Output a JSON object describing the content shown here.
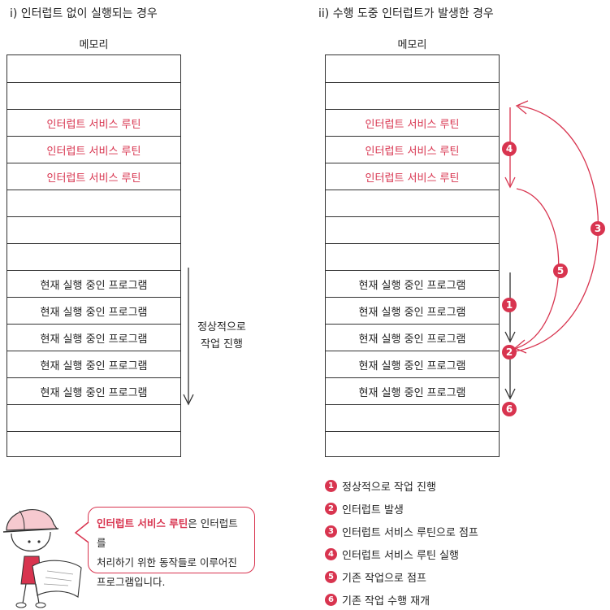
{
  "left_panel": {
    "title": "i) 인터럽트 없이 실행되는 경우",
    "memory_label": "메모리",
    "cells": [
      "",
      "",
      "인터럽트 서비스 루틴",
      "인터럽트 서비스 루틴",
      "인터럽트 서비스 루틴",
      "",
      "",
      "",
      "현재 실행 중인 프로그램",
      "현재 실행 중인 프로그램",
      "현재 실행 중인 프로그램",
      "현재 실행 중인 프로그램",
      "현재 실행 중인 프로그램",
      "",
      ""
    ],
    "side_note_line1": "정상적으로",
    "side_note_line2": "작업 진행"
  },
  "right_panel": {
    "title": "ii) 수행 도중 인터럽트가 발생한 경우",
    "memory_label": "메모리",
    "cells": [
      "",
      "",
      "인터럽트 서비스 루틴",
      "인터럽트 서비스 루틴",
      "인터럽트 서비스 루틴",
      "",
      "",
      "",
      "현재 실행 중인 프로그램",
      "현재 실행 중인 프로그램",
      "현재 실행 중인 프로그램",
      "현재 실행 중인 프로그램",
      "현재 실행 중인 프로그램",
      "",
      ""
    ],
    "badges": [
      "1",
      "2",
      "3",
      "4",
      "5",
      "6"
    ]
  },
  "legend": [
    {
      "num": "1",
      "text": "정상적으로 작업 진행"
    },
    {
      "num": "2",
      "text": "인터럽트 발생"
    },
    {
      "num": "3",
      "text": "인터럽트 서비스 루틴으로 점프"
    },
    {
      "num": "4",
      "text": "인터럽트 서비스 루틴 실행"
    },
    {
      "num": "5",
      "text": "기존 작업으로 점프"
    },
    {
      "num": "6",
      "text": "기존 작업 수행 재개"
    }
  ],
  "note": {
    "highlight": "인터럽트 서비스 루틴",
    "rest_line1": "은 인터럽트를",
    "line2": "처리하기 위한 동작들로 이루어진",
    "line3": "프로그램입니다."
  },
  "colors": {
    "accent": "#d8344f",
    "line": "#333333"
  }
}
